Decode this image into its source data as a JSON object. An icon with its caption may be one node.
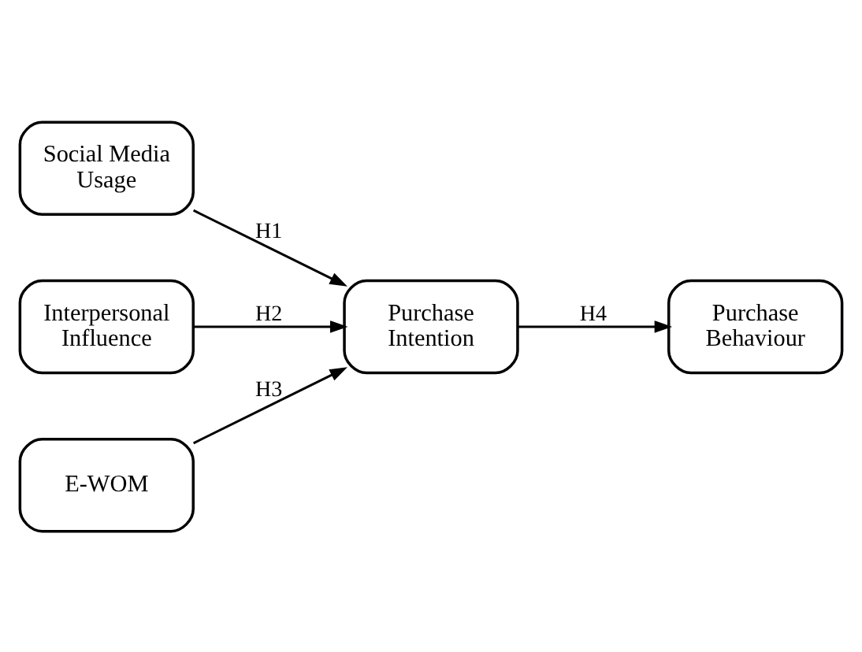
{
  "diagram": {
    "nodes": [
      {
        "text": [
          "Social Media Usage"
        ]
      },
      {
        "text": [
          "Interpersonal Influence"
        ]
      },
      {
        "text": [
          "E-WOM"
        ]
      },
      {
        "text": [
          "Purchase Intention"
        ]
      },
      {
        "text": [
          "Purchase Behaviour"
        ]
      }
    ],
    "edges": [
      {
        "from": 0,
        "to": 3,
        "arrow": "to",
        "label": "H1"
      },
      {
        "from": 1,
        "to": 3,
        "arrow": "to",
        "label": "H2"
      },
      {
        "from": 2,
        "to": 3,
        "arrow": "to",
        "label": "H3"
      },
      {
        "from": 3,
        "to": 4,
        "arrow": "to",
        "label": "H4"
      }
    ]
  }
}
